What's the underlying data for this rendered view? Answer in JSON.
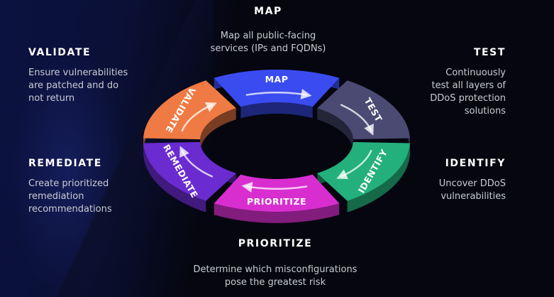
{
  "steps": {
    "map": {
      "title": "MAP",
      "description": "Map all public-facing\nservices (IPs and FQDNs)",
      "segment_label": "MAP",
      "color": "#3a4bf0"
    },
    "test": {
      "title": "TEST",
      "description": "Continuously\ntest all layers of\nDDoS protection\nsolutions",
      "segment_label": "TEST",
      "color": "#4a4a72"
    },
    "identify": {
      "title": "IDENTIFY",
      "description": "Uncover DDoS\nvulnerabilities",
      "segment_label": "IDENTIFY",
      "color": "#23b07c"
    },
    "prioritize": {
      "title": "PRIORITIZE",
      "description": "Determine which misconfigurations\npose the greatest risk",
      "segment_label": "PRIORITIZE",
      "color": "#d82ed0"
    },
    "remediate": {
      "title": "REMEDIATE",
      "description": "Create prioritized\nremediation\nrecommendations",
      "segment_label": "REMEDIATE",
      "color": "#6a2bd0"
    },
    "validate": {
      "title": "VALIDATE",
      "description": "Ensure vulnerabilities\nare patched and do\nnot return",
      "segment_label": "VALIDATE",
      "color": "#ef7a43"
    }
  }
}
